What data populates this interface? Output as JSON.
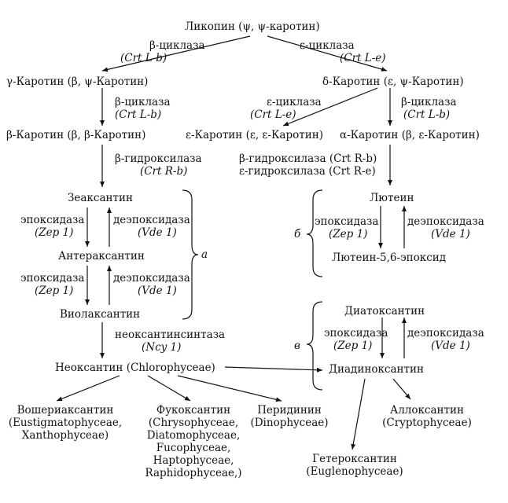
{
  "nodes": {
    "lycopene": "Ликопин (ψ, ψ-каротин)",
    "gamma_carotene": "γ-Каротин (β, ψ-Каротин)",
    "delta_carotene": "δ-Каротин (ε, ψ-Каротин)",
    "beta_carotene": "β-Каротин (β, β-Каротин)",
    "epsilon_carotene": "ε-Каротин (ε, ε-Каротин)",
    "alpha_carotene": "α-Каротин (β, ε-Каротин)",
    "zeaxanthin": "Зеаксантин",
    "antheraxanthin": "Антераксантин",
    "violaxanthin": "Виолаксантин",
    "neoxanthin": "Неоксантин (Chlorophyceae)",
    "lutein": "Лютеин",
    "lutein_epoxide": "Лютеин-5,6-эпоксид",
    "diatoxanthin": "Диатоксантин",
    "diadinoxanthin": "Диадиноксантин",
    "vaucheriaxanthin": [
      "Вошериаксантин",
      "(Eustigmatophyceae,",
      "Xanthophyceae)"
    ],
    "fucoxanthin": [
      "Фукоксантин",
      "(Chrysophyceae,",
      "Diatomophyceae,",
      "Fucophyceae,",
      "Haptophyceae,",
      "Raphidophyceae,)"
    ],
    "peridinin": [
      "Перидинин",
      "(Dinophyceae)"
    ],
    "heteroxanthin": [
      "Гетероксантин",
      "(Euglenophyceae)"
    ],
    "alloxanthin": [
      "Аллоксантин",
      "(Cryptophyceae)"
    ]
  },
  "enzymes": {
    "beta_cyclase": "β-циклаза",
    "epsilon_cyclase": "ε-циклаза",
    "crt_lb": "(Crt L-b)",
    "crt_le": "(Crt L-e)",
    "beta_hydroxylase": "β-гидроксилаза",
    "crt_rb": "(Crt R-b)",
    "beta_hydroxylase_full": "β-гидроксилаза (Crt R-b)",
    "epsilon_hydroxylase_full": "ε-гидроксилаза (Crt R-e)",
    "epoxidase": "эпоксидаза",
    "zep1": "(Zep 1)",
    "de_epoxidase": "деэпоксидаза",
    "vde1": "(Vde 1)",
    "neoxanthin_synthase": "неоксантинсинтаза",
    "ncy1": "(Ncy 1)"
  },
  "cycle_labels": {
    "a": "а",
    "b": "б",
    "c": "в"
  }
}
